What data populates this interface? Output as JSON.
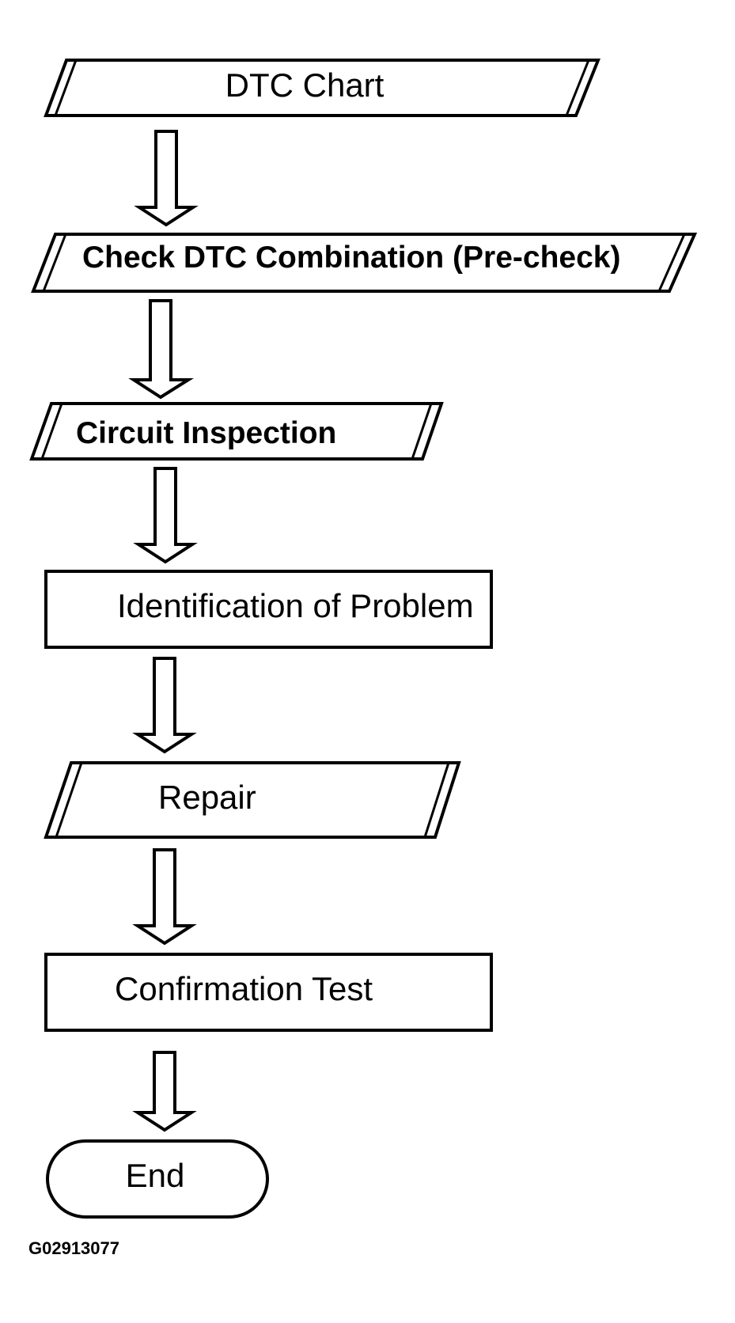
{
  "flowchart": {
    "steps": [
      {
        "label": "DTC Chart",
        "shape": "parallelogram",
        "weight": "normal"
      },
      {
        "label": "Check DTC Combination (Pre-check)",
        "shape": "parallelogram",
        "weight": "bold"
      },
      {
        "label": "Circuit Inspection",
        "shape": "parallelogram",
        "weight": "bold"
      },
      {
        "label": "Identification of Problem",
        "shape": "rectangle",
        "weight": "normal"
      },
      {
        "label": "Repair",
        "shape": "parallelogram",
        "weight": "normal"
      },
      {
        "label": "Confirmation Test",
        "shape": "rectangle",
        "weight": "normal"
      },
      {
        "label": "End",
        "shape": "terminator",
        "weight": "normal"
      }
    ],
    "figure_id": "G02913077"
  },
  "colors": {
    "stroke": "#000000",
    "fill": "#ffffff"
  }
}
